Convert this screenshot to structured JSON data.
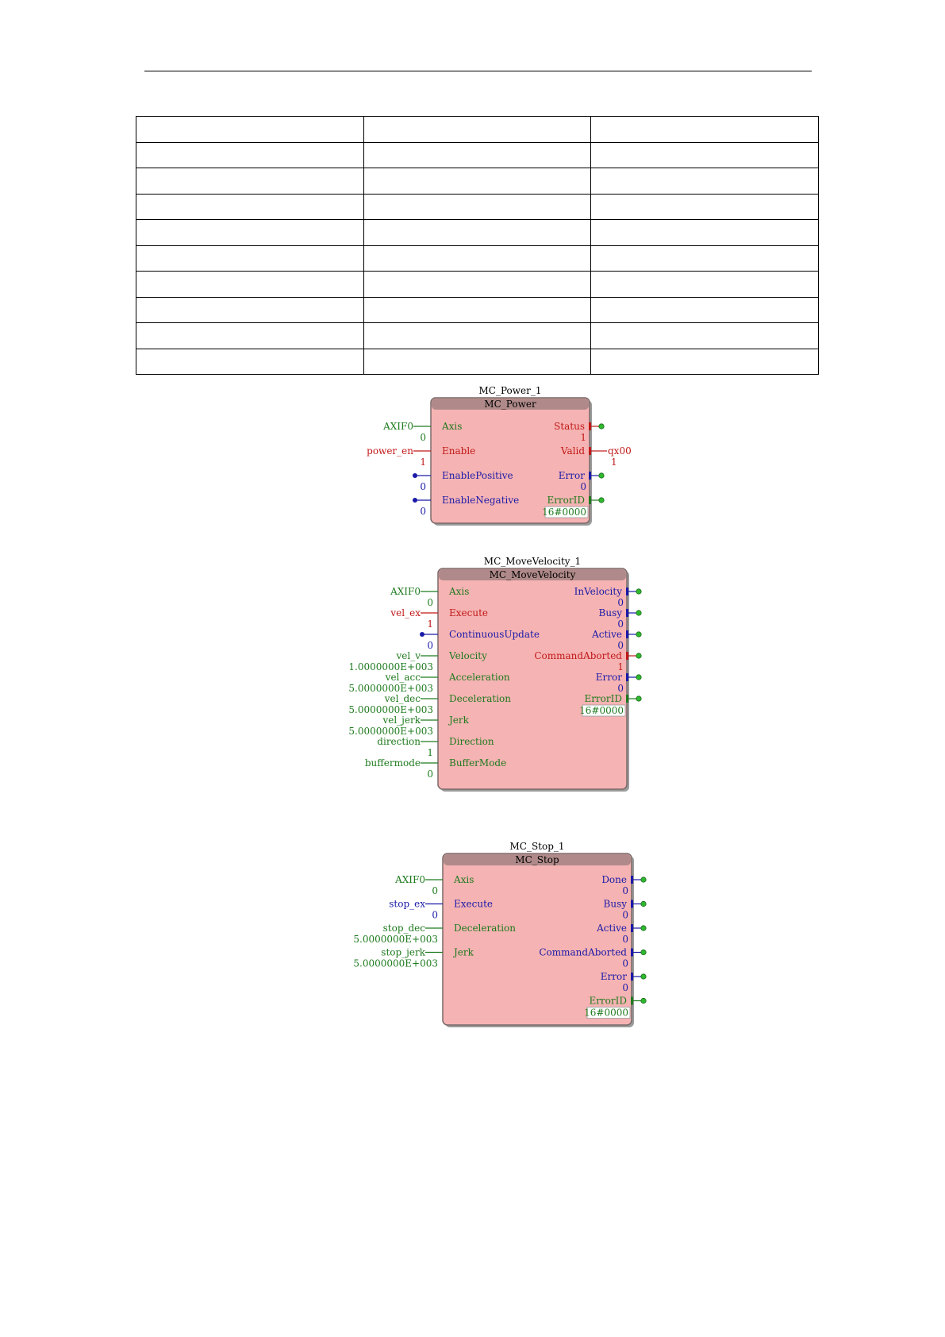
{
  "table": {
    "rows": 10,
    "cols": 3
  },
  "colors": {
    "green": "#1e7a1e",
    "red": "#c01818",
    "blue": "#1a1aa8",
    "block_fill": "#f6b3b3",
    "block_header": "#b08a8a"
  },
  "power": {
    "instance": "MC_Power_1",
    "type": "MC_Power",
    "inputs": [
      {
        "var": "AXIF0",
        "val": "0",
        "pin": "Axis",
        "color": "g"
      },
      {
        "var": "power_en",
        "val": "1",
        "pin": "Enable",
        "color": "r"
      },
      {
        "var": "",
        "val": "0",
        "pin": "EnablePositive",
        "color": "b"
      },
      {
        "var": "",
        "val": "0",
        "pin": "EnableNegative",
        "color": "b"
      }
    ],
    "outputs": [
      {
        "pin": "Status",
        "val": "1",
        "var": "",
        "color": "r"
      },
      {
        "pin": "Valid",
        "val": "1",
        "var": "qx00",
        "color": "r"
      },
      {
        "pin": "Error",
        "val": "0",
        "var": "",
        "color": "b"
      },
      {
        "pin": "ErrorID",
        "val": "16#0000",
        "var": "",
        "color": "g"
      }
    ]
  },
  "velocity": {
    "instance": "MC_MoveVelocity_1",
    "type": "MC_MoveVelocity",
    "inputs": [
      {
        "var": "AXIF0",
        "val": "0",
        "pin": "Axis",
        "color": "g"
      },
      {
        "var": "vel_ex",
        "val": "1",
        "pin": "Execute",
        "color": "r"
      },
      {
        "var": "",
        "val": "0",
        "pin": "ContinuousUpdate",
        "color": "b"
      },
      {
        "var": "vel_v",
        "val": "1.0000000E+003",
        "pin": "Velocity",
        "color": "g"
      },
      {
        "var": "vel_acc",
        "val": "5.0000000E+003",
        "pin": "Acceleration",
        "color": "g"
      },
      {
        "var": "vel_dec",
        "val": "5.0000000E+003",
        "pin": "Deceleration",
        "color": "g"
      },
      {
        "var": "vel_jerk",
        "val": "5.0000000E+003",
        "pin": "Jerk",
        "color": "g"
      },
      {
        "var": "direction",
        "val": "1",
        "pin": "Direction",
        "color": "g"
      },
      {
        "var": "buffermode",
        "val": "0",
        "pin": "BufferMode",
        "color": "g"
      }
    ],
    "outputs": [
      {
        "pin": "InVelocity",
        "val": "0",
        "color": "b"
      },
      {
        "pin": "Busy",
        "val": "0",
        "color": "b"
      },
      {
        "pin": "Active",
        "val": "0",
        "color": "b"
      },
      {
        "pin": "CommandAborted",
        "val": "1",
        "color": "r"
      },
      {
        "pin": "Error",
        "val": "0",
        "color": "b"
      },
      {
        "pin": "ErrorID",
        "val": "16#0000",
        "color": "g"
      }
    ]
  },
  "stop": {
    "instance": "MC_Stop_1",
    "type": "MC_Stop",
    "inputs": [
      {
        "var": "AXIF0",
        "val": "0",
        "pin": "Axis",
        "color": "g"
      },
      {
        "var": "stop_ex",
        "val": "0",
        "pin": "Execute",
        "color": "b"
      },
      {
        "var": "stop_dec",
        "val": "5.0000000E+003",
        "pin": "Deceleration",
        "color": "g"
      },
      {
        "var": "stop_jerk",
        "val": "5.0000000E+003",
        "pin": "Jerk",
        "color": "g"
      }
    ],
    "outputs": [
      {
        "pin": "Done",
        "val": "0",
        "color": "b"
      },
      {
        "pin": "Busy",
        "val": "0",
        "color": "b"
      },
      {
        "pin": "Active",
        "val": "0",
        "color": "b"
      },
      {
        "pin": "CommandAborted",
        "val": "0",
        "color": "b"
      },
      {
        "pin": "Error",
        "val": "0",
        "color": "b"
      },
      {
        "pin": "ErrorID",
        "val": "16#0000",
        "color": "g"
      }
    ]
  }
}
